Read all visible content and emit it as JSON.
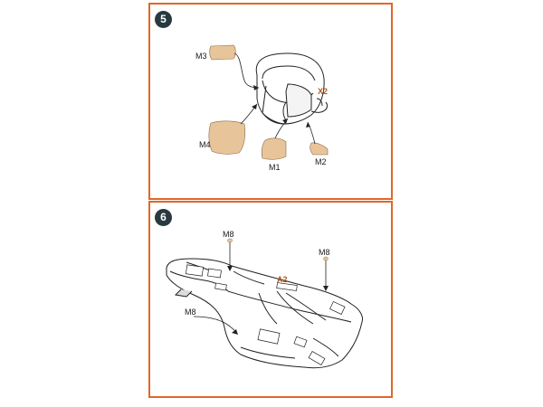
{
  "steps": [
    {
      "number": "5",
      "multiplier": "X2",
      "parts": [
        "M3",
        "M4",
        "M1",
        "M2"
      ]
    },
    {
      "number": "6",
      "part_label": "A2",
      "parts": [
        "M8",
        "M8",
        "M8"
      ]
    }
  ],
  "colors": {
    "border": "#e0672a",
    "badge": "#283a40",
    "mask_fill": "#e8c49a",
    "accent_text": "#b85a1a"
  }
}
